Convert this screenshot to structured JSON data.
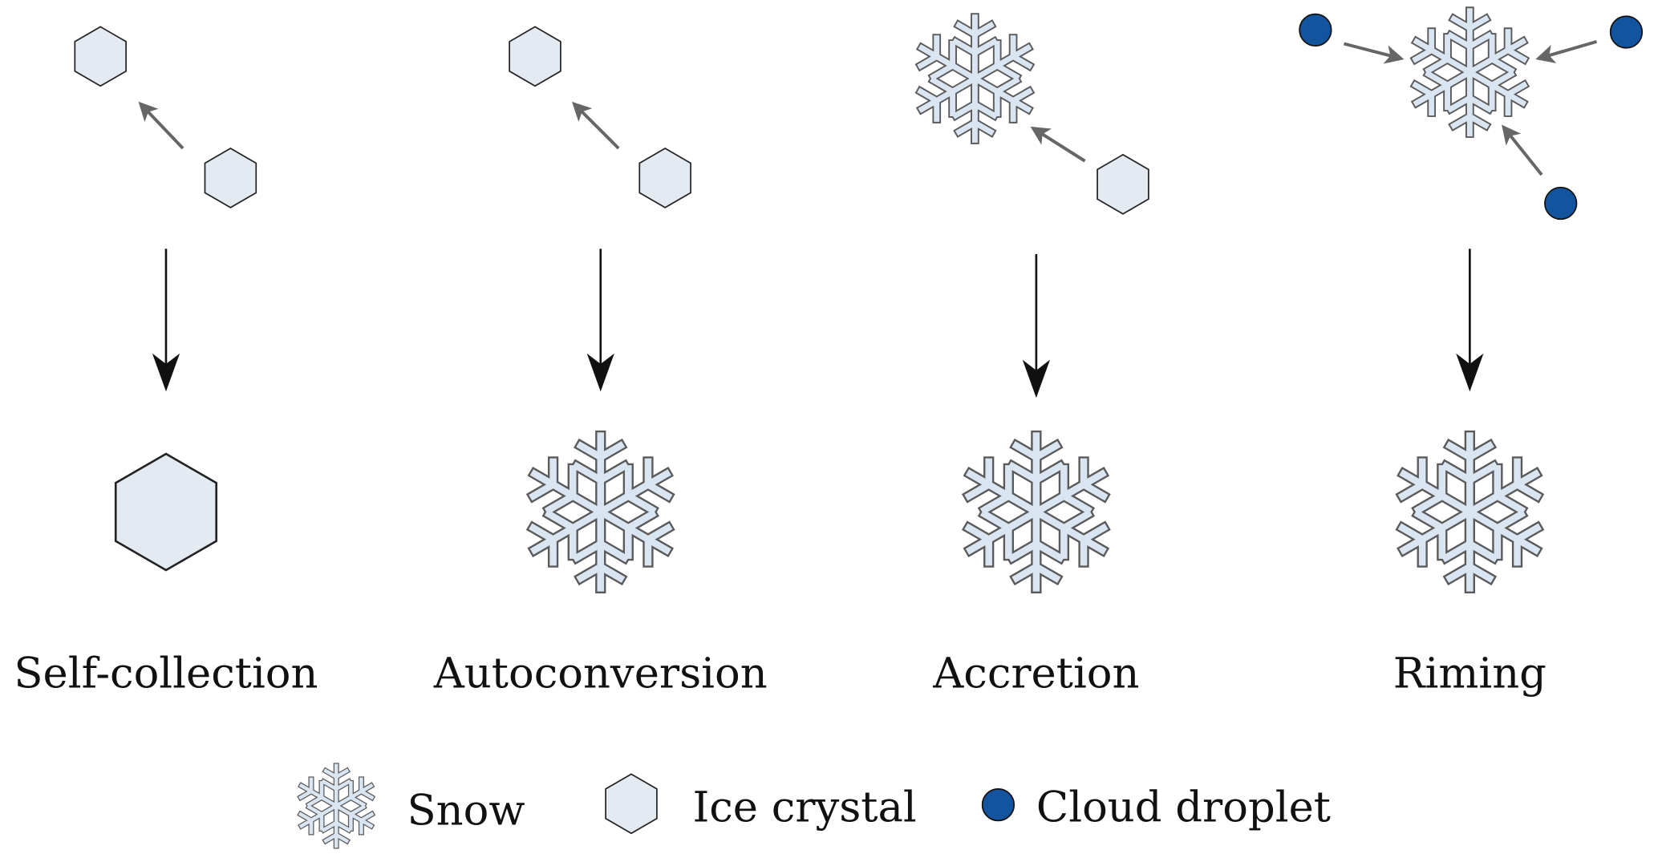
{
  "colors": {
    "ice_fill": "#e3eaf2",
    "snow_fill": "#d9e6f2",
    "snow_stroke": "#5a5a5a",
    "droplet": "#12559e",
    "small_arrow": "#666666",
    "big_arrow": "#111111"
  },
  "processes": [
    {
      "label": "Self-collection",
      "result_icon": "ice-crystal"
    },
    {
      "label": "Autoconversion",
      "result_icon": "snowflake"
    },
    {
      "label": "Accretion",
      "result_icon": "snowflake"
    },
    {
      "label": "Riming",
      "result_icon": "snowflake"
    }
  ],
  "legend": [
    {
      "icon": "snowflake",
      "label": "Snow"
    },
    {
      "icon": "ice-crystal",
      "label": "Ice crystal"
    },
    {
      "icon": "cloud-droplet",
      "label": "Cloud droplet"
    }
  ]
}
